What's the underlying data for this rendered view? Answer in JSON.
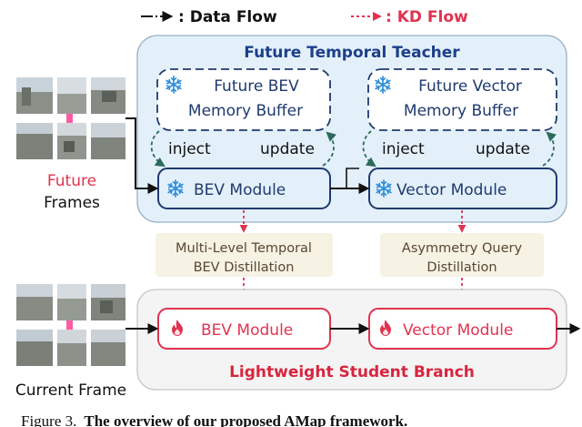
{
  "legend": {
    "data_flow": "Data Flow",
    "kd_flow": "KD Flow"
  },
  "teacher": {
    "title": "Future Temporal Teacher",
    "bev_buffer_line1": "Future BEV",
    "bev_buffer_line2": "Memory Buffer",
    "vector_buffer_line1": "Future Vector",
    "vector_buffer_line2": "Memory Buffer",
    "inject": "inject",
    "update": "update",
    "bev_module": "BEV Module",
    "vector_module": "Vector Module"
  },
  "distillation": {
    "bev_line1": "Multi-Level Temporal",
    "bev_line2": "BEV Distillation",
    "query_line1": "Asymmetry Query",
    "query_line2": "Distillation"
  },
  "student": {
    "title": "Lightweight Student Branch",
    "bev_module": "BEV Module",
    "vector_module": "Vector Module"
  },
  "inputs": {
    "future_line1": "Future",
    "future_line2": "Frames",
    "current": "Current Frame"
  },
  "caption": {
    "prefix": "Figure 3.",
    "text": "The overview of our proposed AMap framework."
  },
  "colors": {
    "teacher_fill": "#e3f0fa",
    "teacher_stroke": "#9bb0c4",
    "student_fill": "#f4f4f4",
    "dark_blue": "#1f3a6e",
    "teacher_text": "#1d3f8a",
    "red": "#e0334f",
    "student_title": "#d8253f",
    "label_fill": "#f6f2e4",
    "label_text": "#5a4632"
  },
  "icons": {
    "snowflake": "snowflake-icon",
    "flame": "flame-icon"
  }
}
